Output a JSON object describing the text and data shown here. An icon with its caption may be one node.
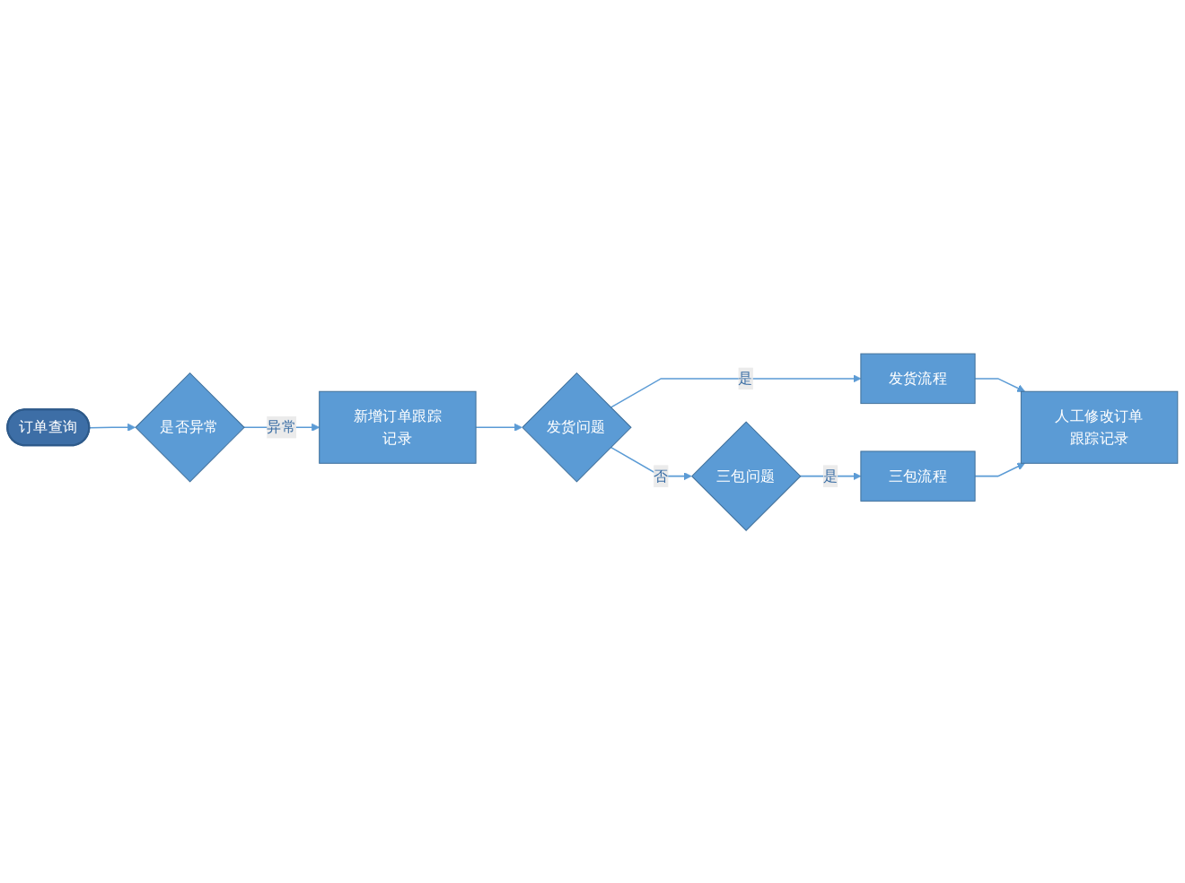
{
  "diagram": {
    "nodes": [
      {
        "text": [
          "订单查询"
        ]
      },
      {
        "text": [
          "是否异常"
        ]
      },
      {
        "text": [
          "新增订单跟踪记录"
        ]
      },
      {
        "text": [
          "发货问题"
        ]
      },
      {
        "text": [
          "发货流程"
        ]
      },
      {
        "text": [
          "三包问题"
        ]
      },
      {
        "text": [
          "三包流程"
        ]
      },
      {
        "text": [
          "人工修改订单跟踪记录"
        ]
      }
    ],
    "edges": [
      {
        "from": 0,
        "to": 1,
        "arrow": "to"
      },
      {
        "from": 1,
        "to": 2,
        "label": "异常",
        "arrow": "to"
      },
      {
        "from": 2,
        "to": 3,
        "arrow": "to"
      },
      {
        "from": 3,
        "to": 4,
        "label": "是",
        "arrow": "to"
      },
      {
        "from": 3,
        "to": 5,
        "label": "否",
        "arrow": "to"
      },
      {
        "from": 5,
        "to": 6,
        "label": "是",
        "arrow": "to"
      },
      {
        "from": 4,
        "to": 7,
        "arrow": "to"
      },
      {
        "from": 6,
        "to": 7,
        "arrow": "to"
      }
    ]
  }
}
